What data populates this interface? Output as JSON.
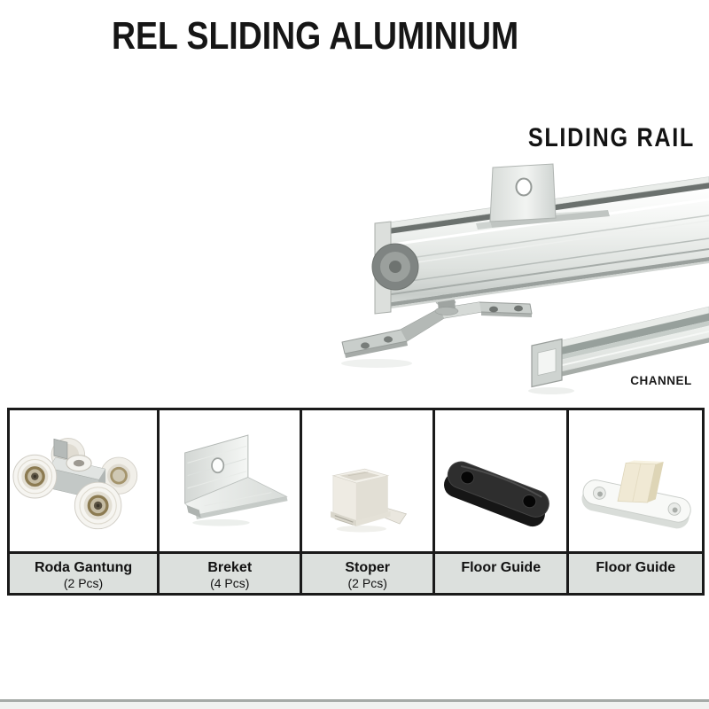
{
  "page": {
    "title": "REL SLIDING ALUMINIUM"
  },
  "hero": {
    "rail_label": "SLIDING RAIL",
    "channel_label": "CHANNEL",
    "rail_icon": "sliding-rail-photo",
    "channel_icon": "channel-profile-photo"
  },
  "parts_table": {
    "items": [
      {
        "name": "Roda Gantung",
        "qty": "(2 Pcs)",
        "icon": "hanging-roller-icon"
      },
      {
        "name": "Breket",
        "qty": "(4 Pcs)",
        "icon": "l-bracket-icon"
      },
      {
        "name": "Stoper",
        "qty": "(2 Pcs)",
        "icon": "stopper-icon"
      },
      {
        "name": "Floor Guide",
        "qty": "",
        "icon": "floor-guide-black-icon"
      },
      {
        "name": "Floor Guide",
        "qty": "",
        "icon": "floor-guide-white-icon"
      }
    ],
    "colors": {
      "border": "#1a1a1a",
      "label_background": "#dce0dd"
    }
  },
  "colors": {
    "background": "#ffffff",
    "title_text": "#161616",
    "aluminum_light": "#f2f4f2",
    "aluminum_mid": "#ccd1ce",
    "aluminum_dark": "#9aa09d",
    "black_part": "#2e2e2e"
  }
}
